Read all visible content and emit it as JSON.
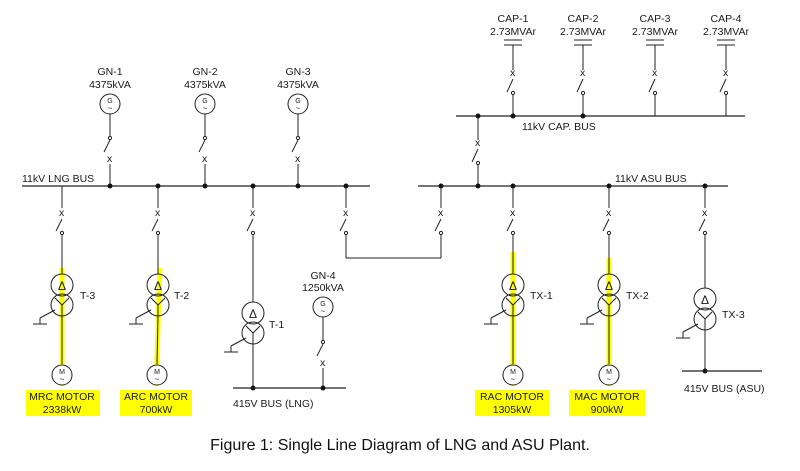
{
  "caption": "Figure 1: Single Line Diagram of LNG and ASU Plant.",
  "buses": {
    "lng_bus": "11kV LNG BUS",
    "asu_bus": "11kV ASU BUS",
    "cap_bus": "11kV CAP. BUS",
    "lv_lng": "415V BUS  (LNG)",
    "lv_asu": "415V BUS  (ASU)"
  },
  "capacitors": [
    {
      "name": "CAP-1",
      "rating": "2.73MVAr"
    },
    {
      "name": "CAP-2",
      "rating": "2.73MVAr"
    },
    {
      "name": "CAP-3",
      "rating": "2.73MVAr"
    },
    {
      "name": "CAP-4",
      "rating": "2.73MVAr"
    }
  ],
  "generators": [
    {
      "name": "GN-1",
      "rating": "4375kVA"
    },
    {
      "name": "GN-2",
      "rating": "4375kVA"
    },
    {
      "name": "GN-3",
      "rating": "4375kVA"
    },
    {
      "name": "GN-4",
      "rating": "1250kVA"
    }
  ],
  "transformers": [
    "T-3",
    "T-2",
    "T-1",
    "TX-1",
    "TX-2",
    "TX-3"
  ],
  "motors": [
    {
      "name": "MRC MOTOR",
      "rating": "2338kW"
    },
    {
      "name": "ARC MOTOR",
      "rating": "700kW"
    },
    {
      "name": "RAC MOTOR",
      "rating": "1305kW"
    },
    {
      "name": "MAC MOTOR",
      "rating": "900kW"
    }
  ],
  "symbols": {
    "gen_g": "G",
    "gen_tilde": "~",
    "motor_m": "M",
    "motor_tilde": "~",
    "delta": "Δ",
    "switch": "x"
  },
  "colors": {
    "highlight": "#ffff00",
    "line": "#222222"
  }
}
